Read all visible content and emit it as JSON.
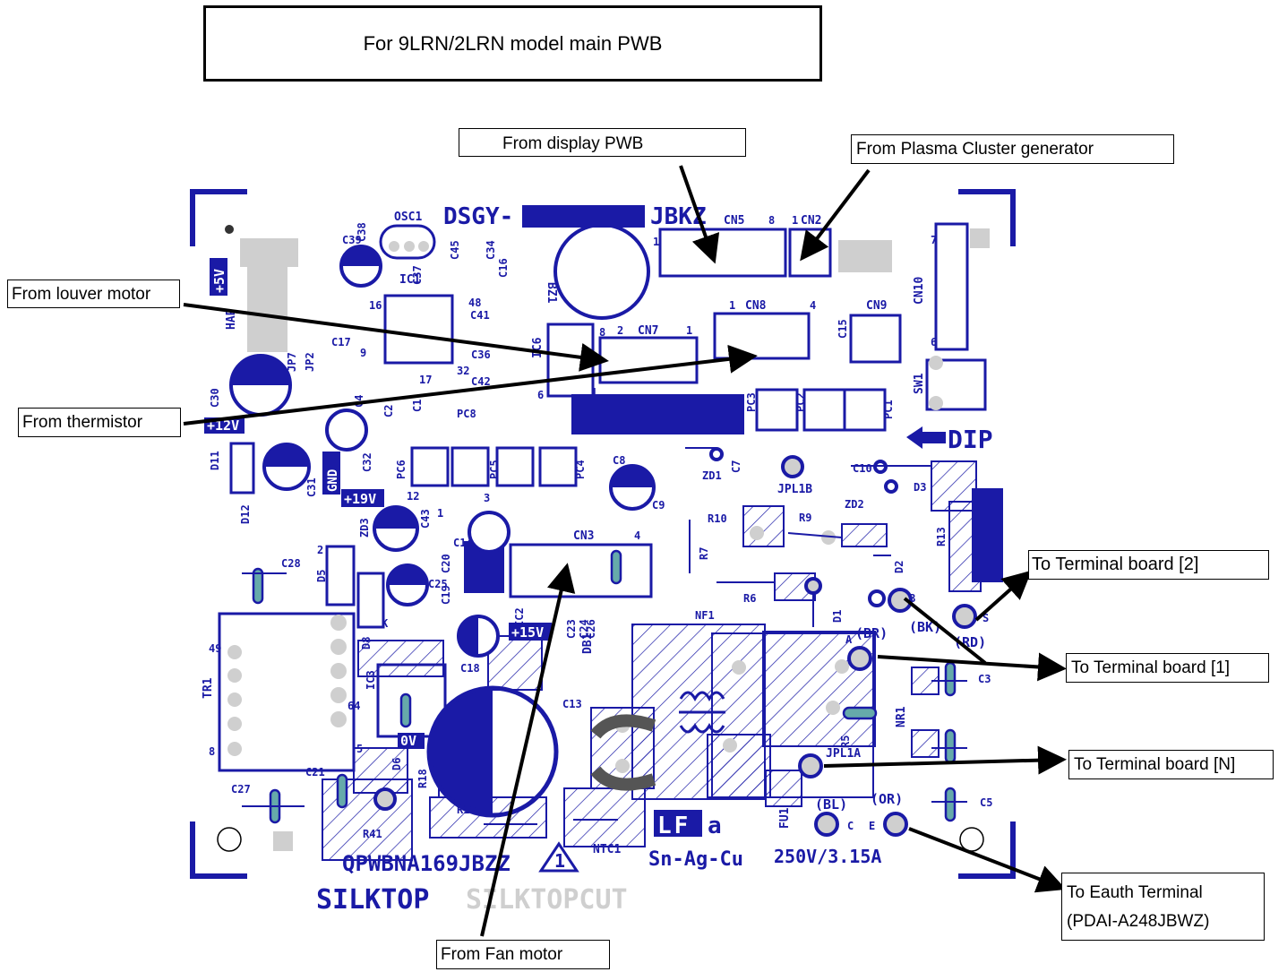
{
  "title": "For 9LRN/2LRN model main PWB",
  "callouts": {
    "display_pwb": "From  display PWB",
    "plasma": "From Plasma Cluster generator",
    "louver": "From louver motor",
    "thermistor": "From thermistor",
    "fan": "From Fan motor",
    "tb2": "To Terminal board [2]",
    "tb1": "To Terminal board [1]",
    "tbn": "To Terminal board [N]",
    "earth_line1": "To Eauth Terminal",
    "earth_line2": "(PDAI-A248JBWZ)"
  },
  "board": {
    "part_prefix": "DSGY-",
    "part_suffix": "JBKZ",
    "pwb_code": "QPWBNA169JBZZ",
    "warning_mark": "1",
    "silk_top": "SILKTOP",
    "silk_cut": "SILKTOPCUT",
    "solder": "Sn-Ag-Cu",
    "lf": "LF",
    "lf_a": "a",
    "fuse_rating": "250V/3.15A",
    "dip": "DIP",
    "rails": [
      "+5V",
      "+12V",
      "+19V",
      "+15V",
      "0V",
      "GND"
    ],
    "connectors": {
      "cn5": "CN5",
      "cn2": "CN2",
      "cn7": "CN7",
      "cn8": "CN8",
      "cn9": "CN9",
      "cn10": "CN10",
      "cn3": "CN3",
      "osc1": "OSC1",
      "ic1": "IC1",
      "bz1": "BZ1",
      "ic6": "IC6",
      "sw1": "SW1",
      "tr1": "TR1",
      "db1": "DB1",
      "ntc1": "NTC1",
      "fu1": "FU1",
      "nr1": "NR1",
      "jpl1a": "JPL1A",
      "jpl1b": "JPL1B",
      "hap": "HAP"
    },
    "terminals": {
      "br": "(BR)",
      "bk": "(BK)",
      "rd": "(RD)",
      "bl": "(BL)",
      "or": "(OR)",
      "a": "A",
      "b": "B",
      "s": "S",
      "c": "C",
      "e": "E"
    },
    "parts": [
      "C38",
      "C39",
      "C45",
      "C34",
      "C16",
      "C37",
      "C41",
      "C36",
      "C42",
      "C17",
      "C30",
      "JP7",
      "JP2",
      "C2",
      "C1",
      "C4",
      "C32",
      "C31",
      "D11",
      "D12",
      "PC8",
      "PC6",
      "PC5",
      "PC4",
      "C8",
      "C9",
      "ZD1",
      "C7",
      "R10",
      "R9",
      "R7",
      "R6",
      "NF1",
      "PC3",
      "PC2",
      "PC1",
      "C10",
      "ZD2",
      "D3",
      "R13",
      "D2",
      "D1",
      "C43",
      "ZD3",
      "C14",
      "C20",
      "C25",
      "C19",
      "C28",
      "D5",
      "D8",
      "C18",
      "IC3",
      "C24",
      "C23",
      "C26",
      "C13",
      "R18",
      "R17",
      "R41",
      "C21",
      "C27",
      "D6",
      "IC2",
      "R5",
      "C3",
      "C5",
      "C15"
    ],
    "pins": [
      "1",
      "8",
      "1",
      "4",
      "1",
      "2",
      "1",
      "6",
      "1",
      "8",
      "16",
      "9",
      "17",
      "32",
      "48",
      "49",
      "64",
      "8",
      "5",
      "12",
      "1",
      "3",
      "4",
      "2",
      "7",
      "6",
      "K"
    ]
  },
  "colors": {
    "silkscreen": "#1a1aa6",
    "pad": "#cfcfcf",
    "resin": "#66aaaa",
    "ink": "#000000"
  }
}
